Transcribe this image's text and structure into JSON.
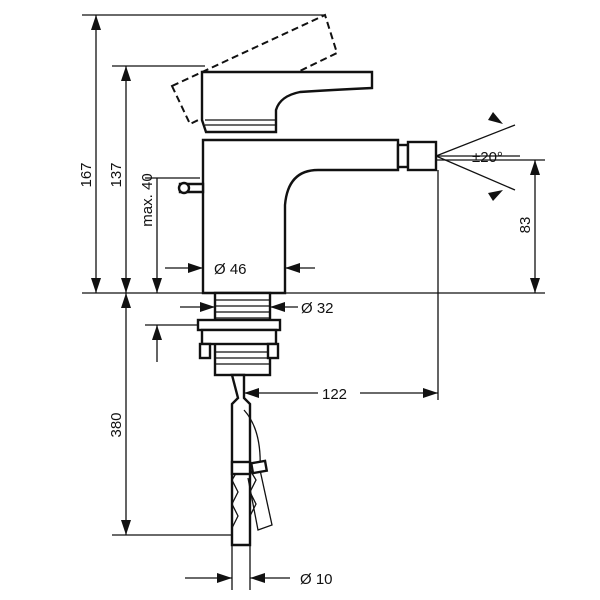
{
  "dimensions": {
    "height_total": "167",
    "height_body": "137",
    "lever_max": "max. 40",
    "spout_height": "83",
    "swivel_angle": "±20°",
    "body_diameter": "Ø 46",
    "thread_diameter": "Ø 32",
    "spout_reach": "122",
    "below_deck": "380",
    "hose_diameter": "Ø 10"
  }
}
